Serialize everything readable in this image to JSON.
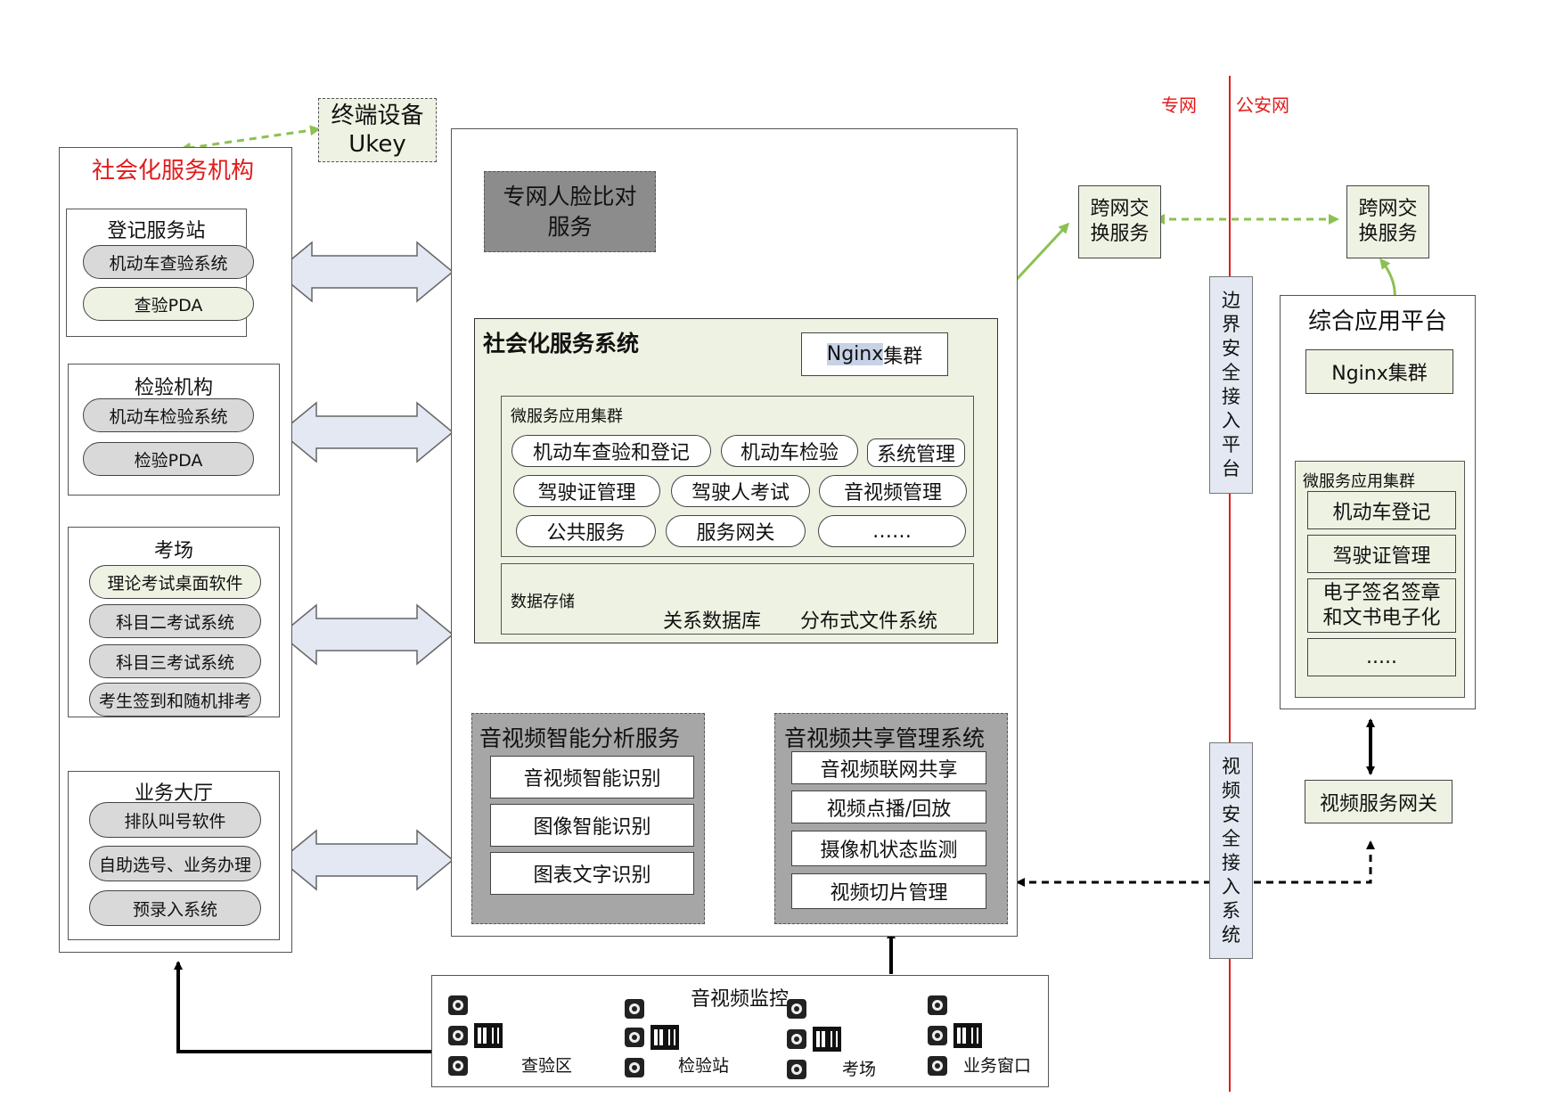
{
  "ukey": {
    "line1": "终端设备",
    "line2": "Ukey"
  },
  "social_org": {
    "title": "社会化服务机构",
    "registration": {
      "title": "登记服务站",
      "items": [
        "机动车查验系统",
        "查验PDA"
      ]
    },
    "inspection": {
      "title": "检验机构",
      "items": [
        "机动车检验系统",
        "检验PDA"
      ]
    },
    "exam": {
      "title": "考场",
      "items": [
        "理论考试桌面软件",
        "科目二考试系统",
        "科目三考试系统",
        "考生签到和随机排考"
      ]
    },
    "hall": {
      "title": "业务大厅",
      "items": [
        "排队叫号软件",
        "自助选号、业务办理",
        "预录入系统"
      ]
    }
  },
  "face": {
    "line1": "专网人脸比对",
    "line2": "服务"
  },
  "social_system": {
    "title": "社会化服务系统",
    "nginx": {
      "prefix": "Nginx",
      "suffix": "集群"
    },
    "micro": {
      "title": "微服务应用集群",
      "items": [
        "机动车查验和登记",
        "机动车检验",
        "系统管理",
        "驾驶证管理",
        "驾驶人考试",
        "音视频管理",
        "公共服务",
        "服务网关",
        "……"
      ]
    },
    "storage": {
      "title": "数据存储",
      "db": "关系数据库",
      "fs": "分布式文件系统"
    }
  },
  "av_analysis": {
    "title": "音视频智能分析服务",
    "items": [
      "音视频智能识别",
      "图像智能识别",
      "图表文字识别"
    ]
  },
  "av_share": {
    "title": "音视频共享管理系统",
    "items": [
      "音视频联网共享",
      "视频点播/回放",
      "摄像机状态监测",
      "视频切片管理"
    ]
  },
  "monitor": {
    "title": "音视频监控",
    "sites": [
      "查验区",
      "检验站",
      "考场",
      "业务窗口"
    ]
  },
  "exchange_left": {
    "line1": "跨网交",
    "line2": "换服务"
  },
  "exchange_right": {
    "line1": "跨网交",
    "line2": "换服务"
  },
  "net_labels": {
    "private": "专网",
    "police": "公安网"
  },
  "border_platform": {
    "chars": [
      "边",
      "界",
      "安",
      "全",
      "接",
      "入",
      "平",
      "台"
    ]
  },
  "video_access": {
    "chars": [
      "视",
      "频",
      "安",
      "全",
      "接",
      "入",
      "系",
      "统"
    ]
  },
  "platform": {
    "title": "综合应用平台",
    "nginx": "Nginx集群",
    "micro_title": "微服务应用集群",
    "items": [
      "机动车登记",
      "驾驶证管理",
      "电子签名签章",
      "和文书电子化",
      "....."
    ]
  },
  "video_gateway": "视频服务网关",
  "colors": {
    "accent_red": "#e21b1b",
    "arrow_green": "#8cc152",
    "panel_green": "#eef2e2",
    "panel_gray": "#8c8c8c"
  }
}
